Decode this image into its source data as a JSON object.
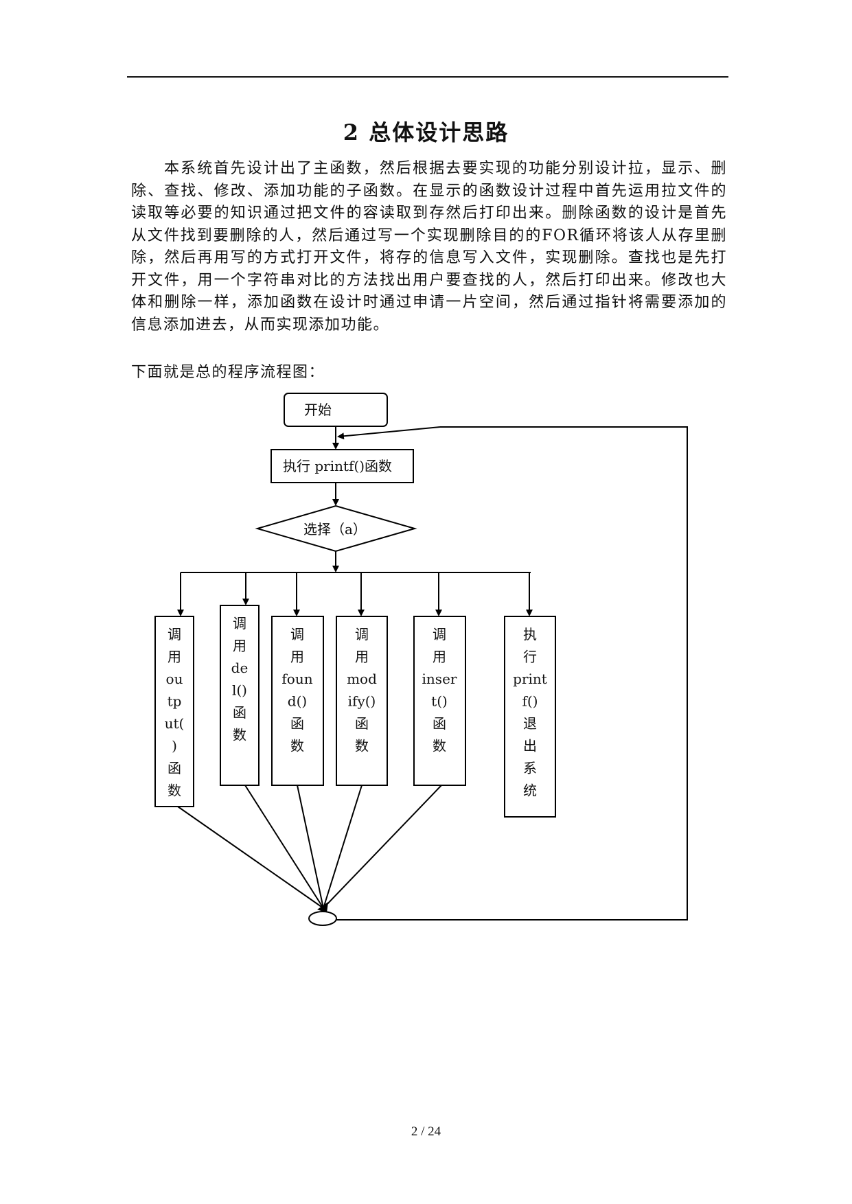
{
  "document": {
    "heading": "2 总体设计思路",
    "paragraph": "本系统首先设计出了主函数，然后根据去要实现的功能分别设计拉，显示、删除、查找、修改、添加功能的子函数。在显示的函数设计过程中首先运用拉文件的读取等必要的知识通过把文件的容读取到存然后打印出来。删除函数的设计是首先从文件找到要删除的人，然后通过写一个实现删除目的的FOR循环将该人从存里删除，然后再用写的方式打开文件，将存的信息写入文件，实现删除。查找也是先打开文件，用一个字符串对比的方法找出用户要查找的人，然后打印出来。修改也大体和删除一样，添加函数在设计时通过申请一片空间，然后通过指针将需要添加的信息添加进去，从而实现添加功能。",
    "flowchart_intro": "下面就是总的程序流程图：",
    "page_number": "2 / 24"
  },
  "flowchart": {
    "start": "开始",
    "print_step": "执行 printf()函数",
    "decision": "选择（a）",
    "branches": [
      {
        "lines": [
          "调",
          "用",
          "ou",
          "tp",
          "ut(",
          ")",
          "函",
          "数"
        ]
      },
      {
        "lines": [
          "调",
          "用",
          "de",
          "l()",
          "函",
          "数"
        ]
      },
      {
        "lines": [
          "调",
          "用",
          "foun",
          "d()",
          "函",
          "数"
        ]
      },
      {
        "lines": [
          "调",
          "用",
          "mod",
          "ify()",
          "函",
          "数"
        ]
      },
      {
        "lines": [
          "调",
          "用",
          "inser",
          "t()",
          "函",
          "数"
        ]
      },
      {
        "lines": [
          "执",
          "行",
          "print",
          "f()",
          "退",
          "出",
          "系",
          "统"
        ]
      }
    ]
  }
}
